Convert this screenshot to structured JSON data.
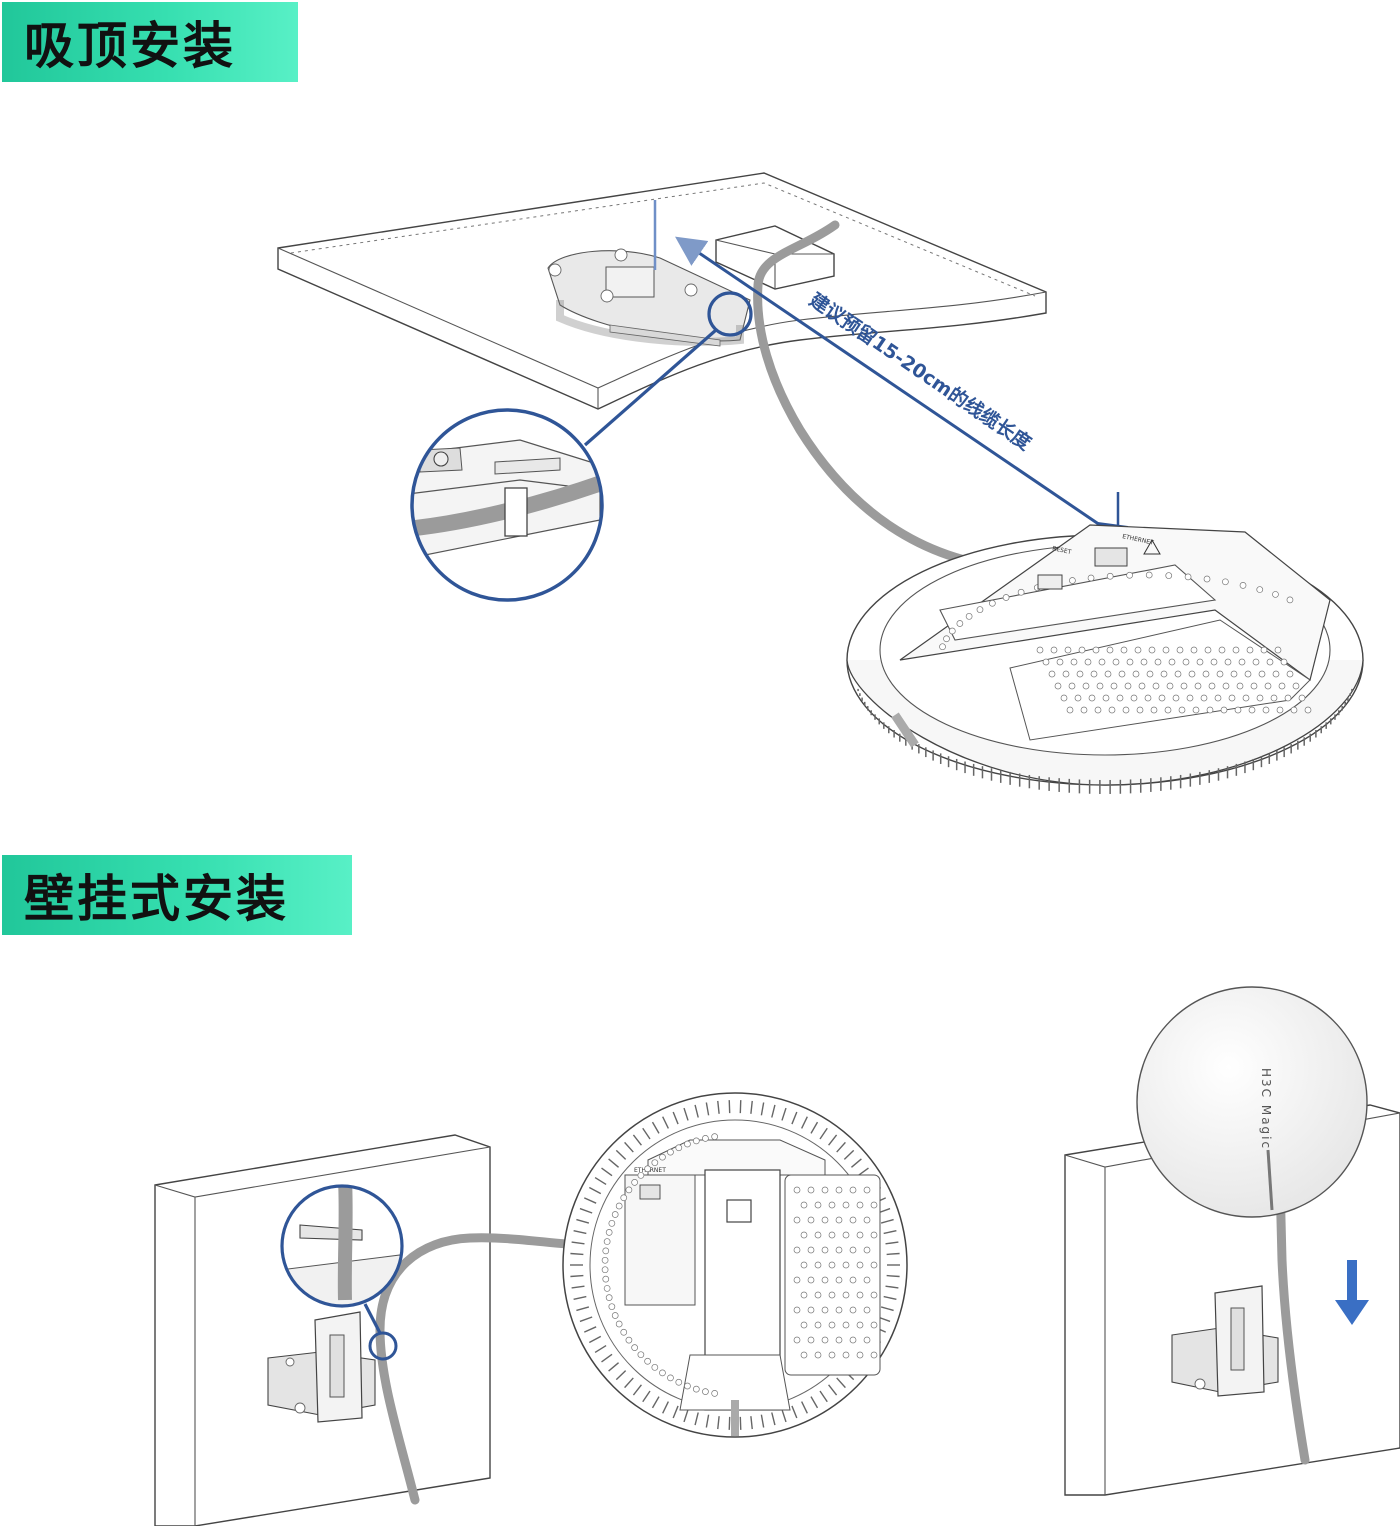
{
  "sections": {
    "ceiling": {
      "title": "吸顶安装"
    },
    "wall": {
      "title": "壁挂式安装"
    }
  },
  "annotation": {
    "cable_length": "建议预留15-20cm的线缆长度"
  },
  "device_labels": {
    "ethernet": "ETHERNET",
    "reset": "RESET",
    "brand": "H3C Magic"
  },
  "colors": {
    "section_tag_gradient": [
      "#21c79a",
      "#58f0c6"
    ],
    "accent_blue": "#2f5597",
    "cable_gray": "#9b9b9b"
  },
  "icons": [
    "arrow-down-icon",
    "warning-icon"
  ]
}
